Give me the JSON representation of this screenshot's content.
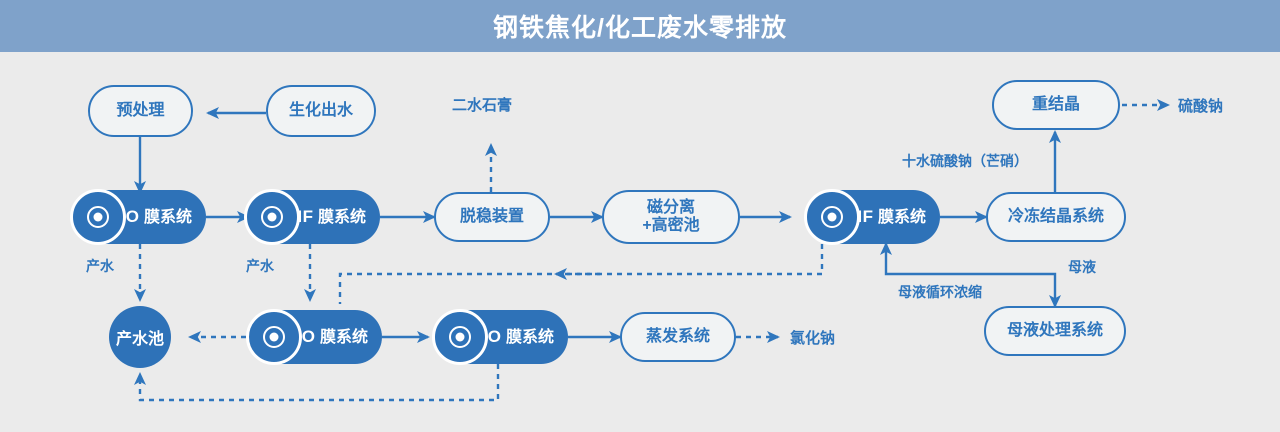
{
  "header": {
    "title": "钢铁焦化/化工废水零排放"
  },
  "colors": {
    "header_bg": "#7fa2ca",
    "canvas_bg": "#ebebeb",
    "accent": "#2f76bd",
    "node_fill": "#2e72b8",
    "open_fill": "#f1f3f4",
    "text_on_fill": "#ffffff"
  },
  "nodes": {
    "pretreatment": {
      "label": "预处理"
    },
    "bio_effluent": {
      "label": "生化出水"
    },
    "cdro_top": {
      "line1": "CDRO",
      "line2": "膜系统",
      "icon": "membrane-disc-icon"
    },
    "cdnf_top": {
      "line1": "CDNF",
      "line2": "膜系统",
      "icon": "membrane-disc-icon"
    },
    "destabilizer": {
      "label": "脱稳装置"
    },
    "magnetic_sep": {
      "line1": "磁分离",
      "line2": "+高密池"
    },
    "cdnf_right": {
      "line1": "CDNF",
      "line2": "膜系统",
      "icon": "membrane-disc-icon"
    },
    "freeze_cryst": {
      "label": "冷冻结晶系统"
    },
    "recrystallization": {
      "label": "重结晶"
    },
    "mother_liquor_sys": {
      "label": "母液处理系统"
    },
    "product_water_pool": {
      "label": "产水池"
    },
    "cdro_bottom": {
      "line1": "CDRO",
      "line2": "膜系统",
      "icon": "membrane-disc-icon"
    },
    "dtro_bottom": {
      "line1": "DTRO",
      "line2": "膜系统",
      "icon": "membrane-disc-icon"
    },
    "evaporation": {
      "label": "蒸发系统"
    }
  },
  "outputs": {
    "gypsum": "二水石膏",
    "sodium_sulfate": "硫酸钠",
    "sodium_chloride": "氯化钠"
  },
  "edge_labels": {
    "product_water_1": "产水",
    "product_water_2": "产水",
    "glauber_salt": "十水硫酸钠（芒硝）",
    "mother_liquor": "母液",
    "mother_liquor_recycle": "母液循环浓缩"
  }
}
